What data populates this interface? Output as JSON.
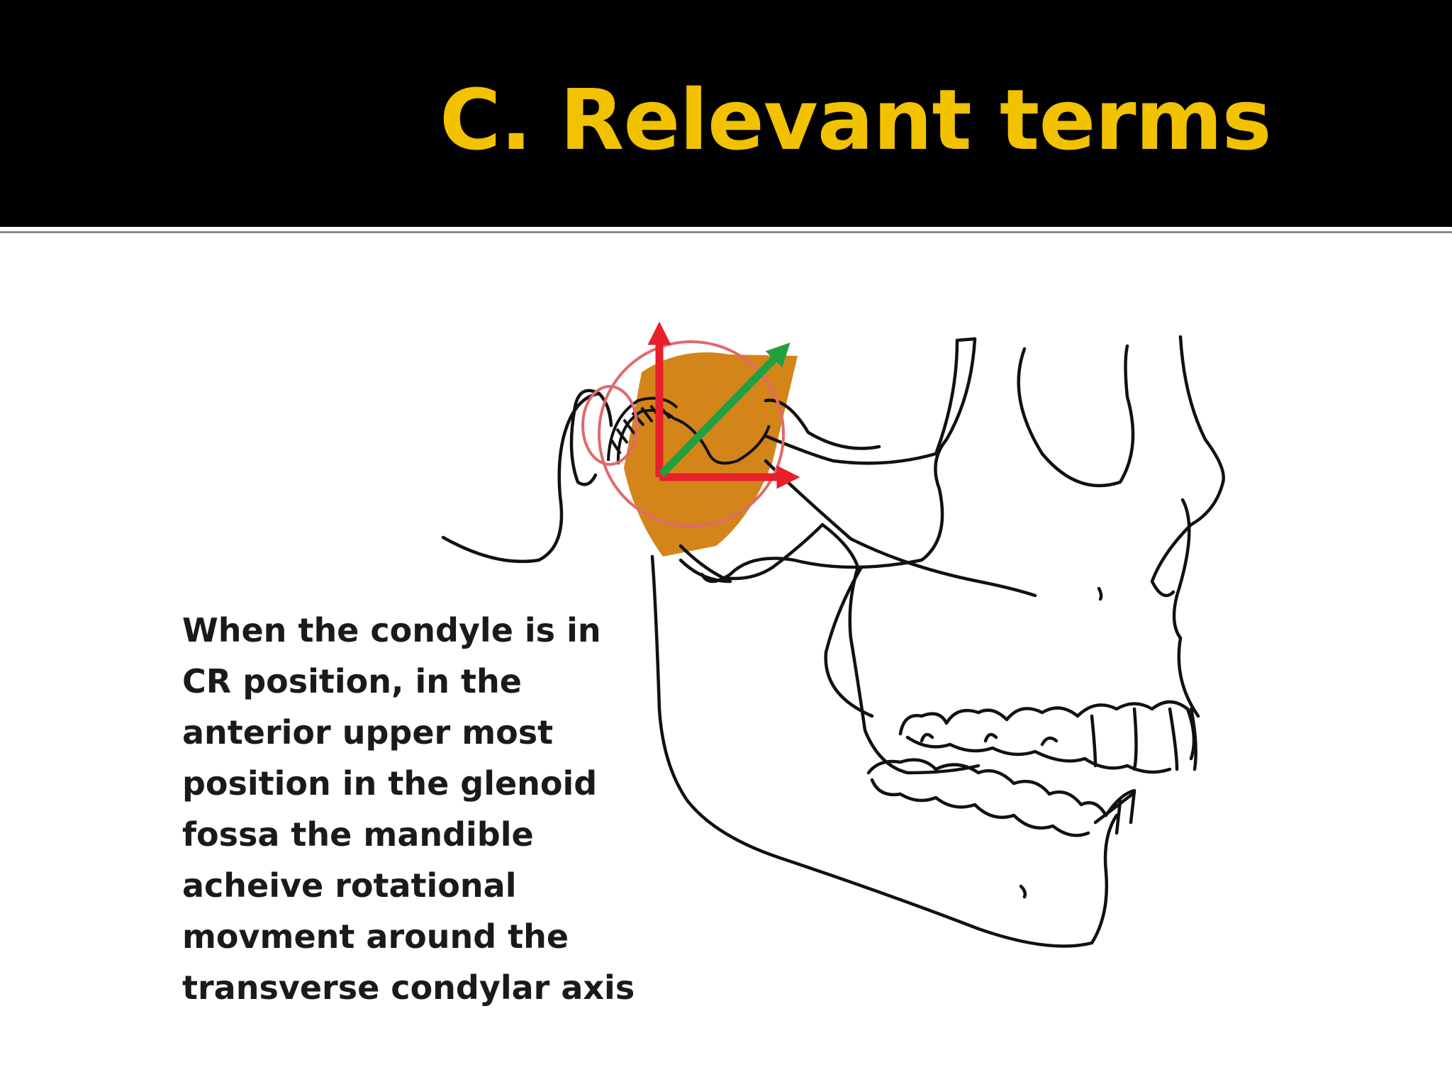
{
  "slide": {
    "title": "C. Relevant terms",
    "caption": "When the condyle is in CR position, in the anterior upper most position in the glenoid fossa the mandible acheive rotational movment around the transverse condylar axis"
  },
  "colors": {
    "background": "#000000",
    "title": "#f2c200",
    "caption": "#1a1a1a",
    "condyle_highlight": "#d4851a",
    "rotation_circle": "#e06a6a",
    "vertical_arrow": "#e8202a",
    "horizontal_arrow": "#e8202a",
    "diagonal_arrow": "#20a040",
    "line_art": "#111111"
  },
  "icons": {
    "skull": "skull-lateral-line-drawing",
    "condyle": "condyle-highlight",
    "axes": "movement-axes-arrows"
  }
}
